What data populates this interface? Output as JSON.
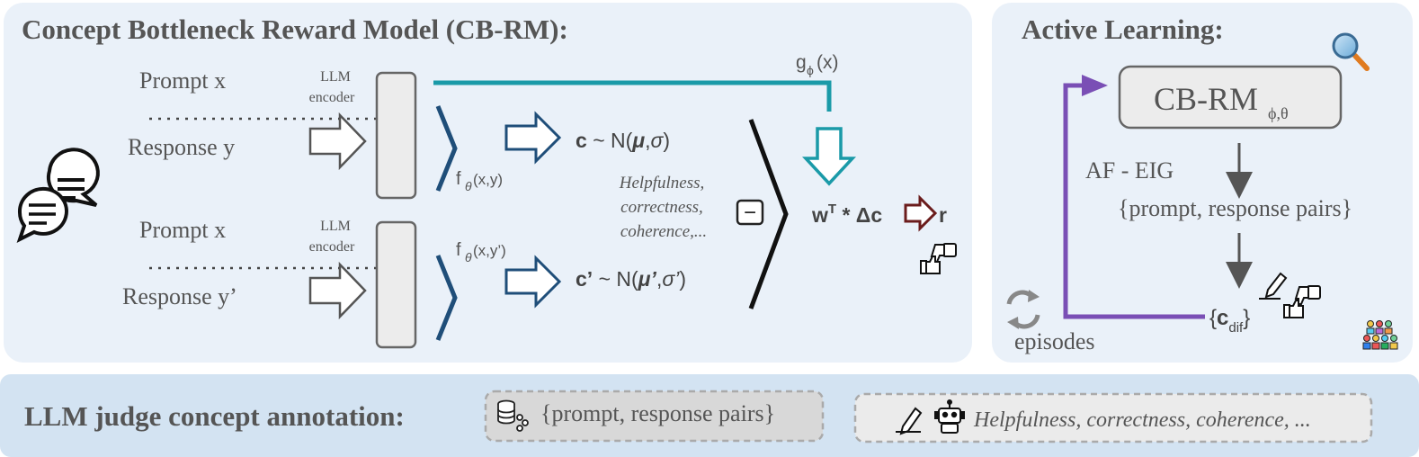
{
  "left_panel": {
    "title": "Concept Bottleneck Reward Model (CB-RM):",
    "pair1": {
      "prompt": "Prompt x",
      "response": "Response y",
      "encoder_line1": "LLM",
      "encoder_line2": "encoder",
      "f_symbol": "f",
      "f_sub": "θ",
      "f_args": "(x,y)",
      "concept_c": "c",
      "concept_dist": "~ N(",
      "concept_mu": "μ",
      "concept_comma": ",",
      "concept_sigma": "σ",
      "concept_close": ")"
    },
    "pair2": {
      "prompt": "Prompt x",
      "response": "Response y’",
      "encoder_line1": "LLM",
      "encoder_line2": "encoder",
      "f_symbol": "f",
      "f_sub": "θ",
      "f_args": "(x,y’)",
      "concept_c": "c’",
      "concept_dist": "~ N(",
      "concept_mu": "μ’",
      "concept_comma": ",",
      "concept_sigma": "σ’",
      "concept_close": ")"
    },
    "g_symbol": "g",
    "g_sub": "ϕ",
    "g_args": "(x)",
    "concepts_line1": "Helpfulness,",
    "concepts_line2": "correctness,",
    "concepts_line3": "coherence,...",
    "minus_symbol": "−",
    "reward_w": "w",
    "reward_T": "T",
    "reward_rest": " * Δc",
    "reward_r": "r"
  },
  "right_panel": {
    "title": "Active Learning:",
    "model_label": "CB-RM",
    "model_sub": "ϕ,θ",
    "af_label": "AF - EIG",
    "pairs_label": "{prompt, response pairs}",
    "cdif_open": "{",
    "cdif_c": "c",
    "cdif_sub": "dif",
    "cdif_close": "}",
    "episodes_label": "episodes"
  },
  "bottom_panel": {
    "title": "LLM judge concept annotation:",
    "pairs_label": "{prompt, response pairs}",
    "concepts_label": "Helpfulness, correctness, coherence, ..."
  },
  "colors": {
    "panel_bg": "#eaf1f9",
    "bottom_bg": "#d3e3f2",
    "teal": "#1a9aa8",
    "navy": "#1f4e79",
    "purple": "#7a4fb5",
    "dark_red": "#6b1c1c",
    "text": "#555555"
  }
}
